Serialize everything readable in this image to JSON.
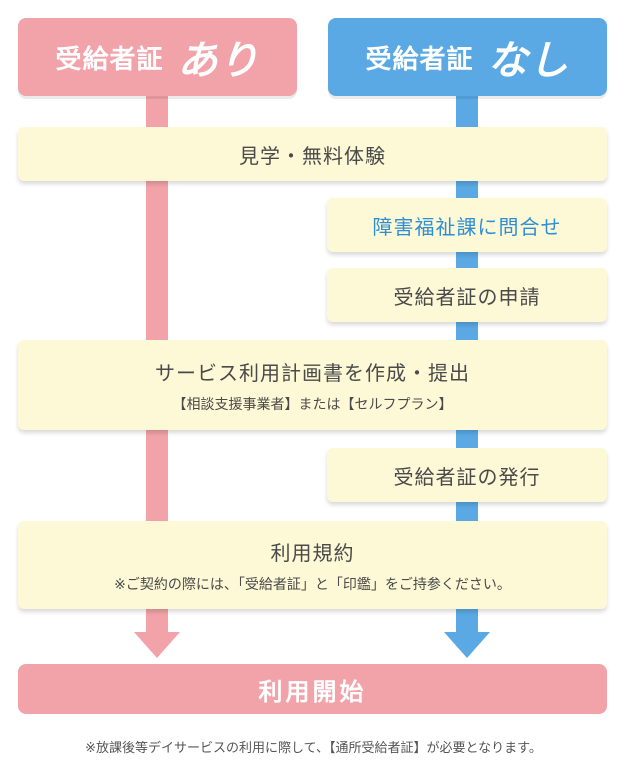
{
  "headers": {
    "with": {
      "main": "受給者証",
      "sub": "あり"
    },
    "without": {
      "main": "受給者証",
      "sub": "なし"
    }
  },
  "steps": {
    "visit": "見学・無料体験",
    "inquiry": "障害福祉課に問合せ",
    "apply": "受給者証の申請",
    "plan": {
      "title": "サービス利用計画書を作成・提出",
      "note": "【相談支援事業者】または【セルフプラン】"
    },
    "issue": "受給者証の発行",
    "terms": {
      "title": "利用規約",
      "note": "※ご契約の際には、「受給者証」と「印鑑」をご持参ください。"
    }
  },
  "start": "利用開始",
  "footnote": "※放課後等デイサービスの利用に際して、【通所受給者証】が必要となります。",
  "colors": {
    "pink": "#f1a3a9",
    "blue": "#5aa9e4",
    "box": "#fdf8d6",
    "link_text": "#2f8fd6"
  }
}
